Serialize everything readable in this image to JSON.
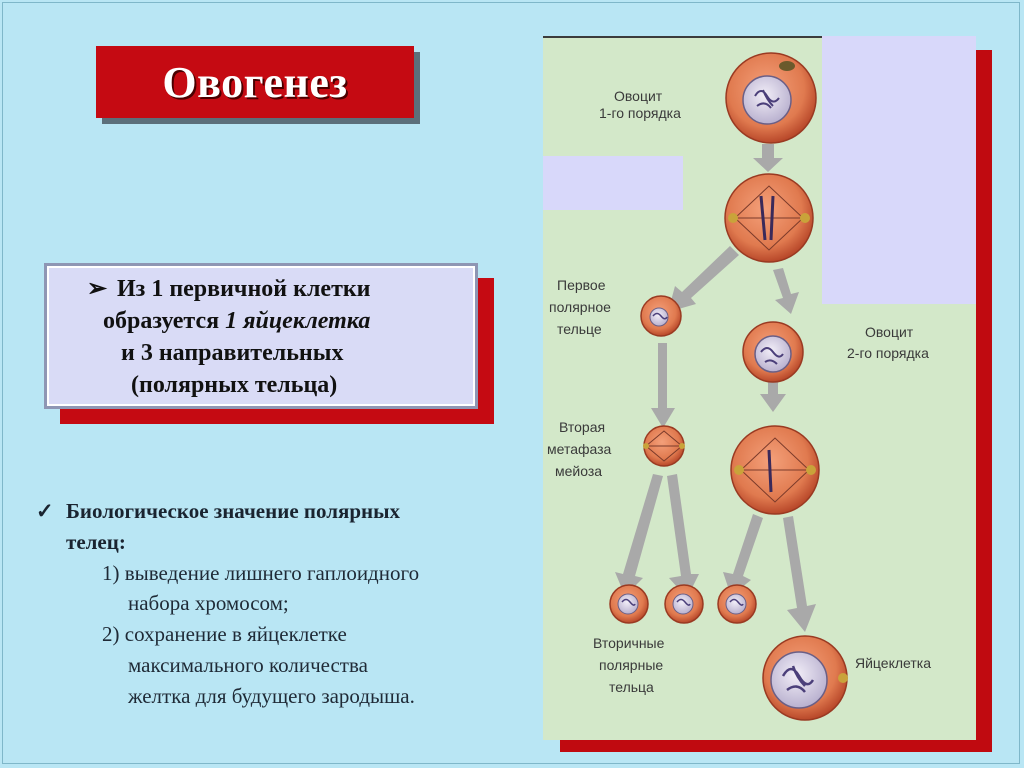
{
  "slide": {
    "title": "Овогенез",
    "info_box": {
      "bullet": "➢",
      "line1": "Из 1 первичной клетки",
      "line2_prefix": "образуется ",
      "line2_emphasis": "1 яйцеклетка",
      "line3": "и 3 направительных",
      "line4": "(полярных тельца)"
    },
    "significance": {
      "check": "✓",
      "heading_line1": "Биологическое значение полярных",
      "heading_line2": "телец:",
      "items": [
        {
          "line1": "1) выведение лишнего гаплоидного",
          "line2": "набора хромосом;"
        },
        {
          "line1": "2) сохранение в яйцеклетке",
          "line2": "максимального количества",
          "line3": "желтка для будущего зародыша."
        }
      ]
    }
  },
  "diagram": {
    "labels": {
      "oocyte1_a": "Овоцит",
      "oocyte1_b": "1-го порядка",
      "polar1_a": "Первое",
      "polar1_b": "полярное",
      "polar1_c": "тельце",
      "oocyte2_a": "Овоцит",
      "oocyte2_b": "2-го порядка",
      "meta2_a": "Вторая",
      "meta2_b": "метафаза",
      "meta2_c": "мейоза",
      "secpolar_a": "Вторичные",
      "secpolar_b": "полярные",
      "secpolar_c": "тельца",
      "egg": "Яйцеклетка"
    },
    "colors": {
      "panel": "#d3e8c9",
      "arrow": "#a9a9a9",
      "cell": "#e07a4f",
      "cell_dark": "#c9512f",
      "nucleus": "#dcd6e8",
      "accent_red": "#c50a12",
      "lavender": "#d8d8fa"
    }
  }
}
